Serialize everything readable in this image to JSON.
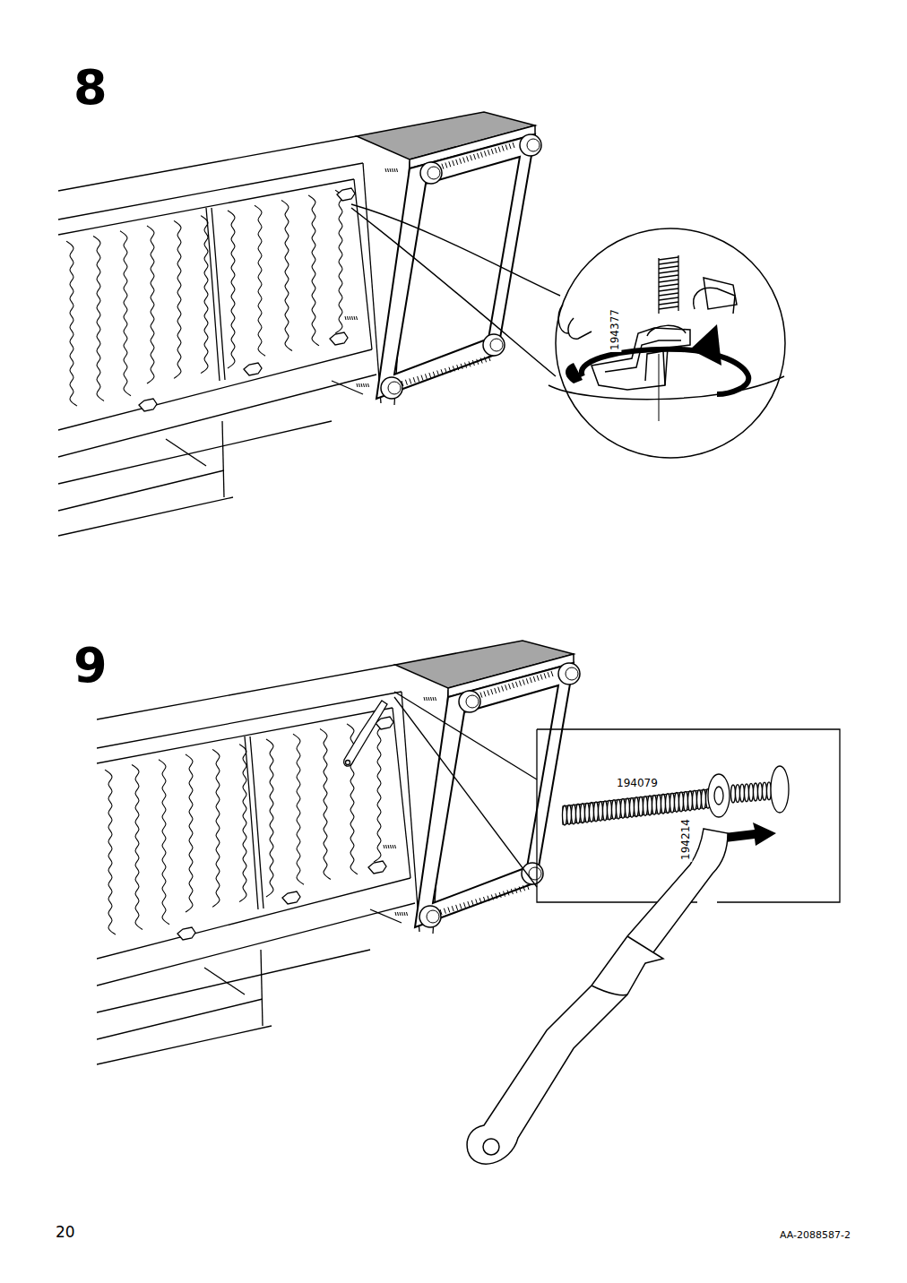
{
  "diagram": {
    "labels": [
      "8",
      "194377",
      "9",
      "194079",
      "194214",
      "20",
      "AA-2088587-2"
    ]
  }
}
